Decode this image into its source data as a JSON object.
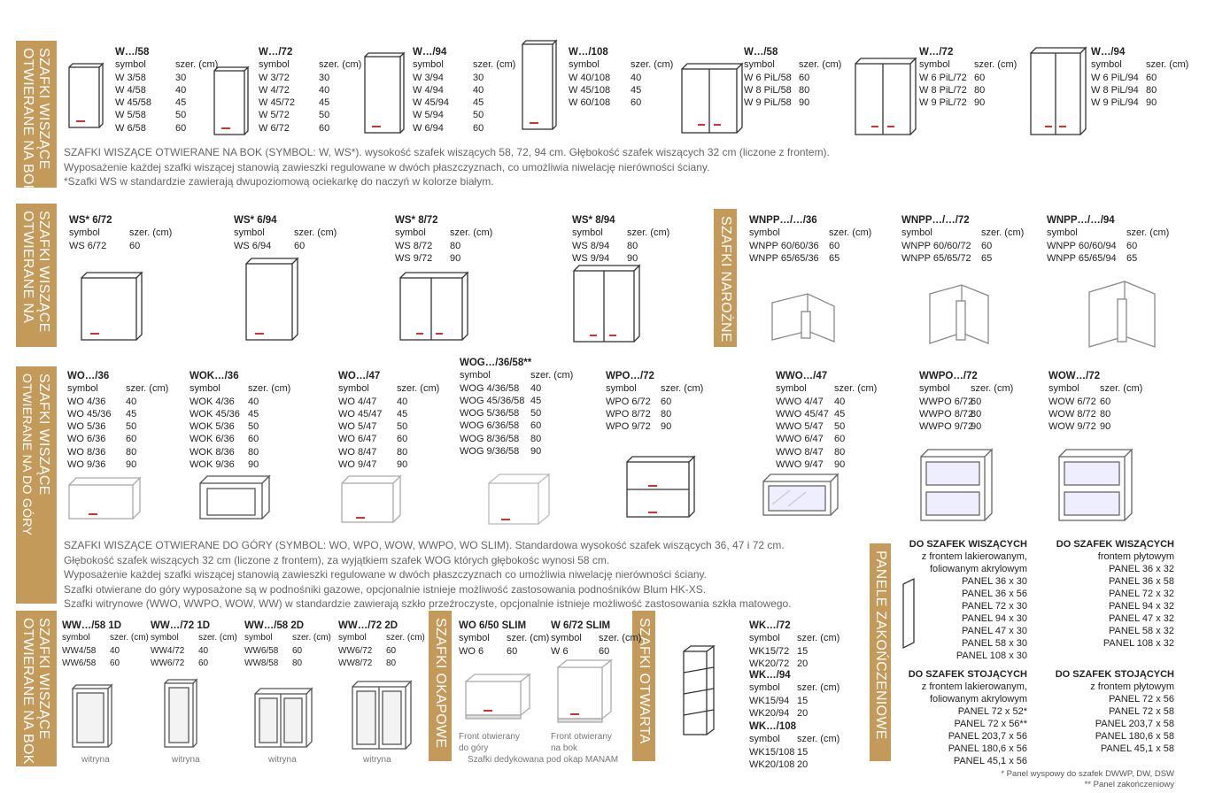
{
  "labels": {
    "s1": [
      "SZAFKI WISZĄCE",
      "OTWIERANE NA BOK"
    ],
    "s2": [
      "SZAFKI WISZĄCE",
      "OTWIERANE NA"
    ],
    "s3": [
      "SZAFKI NAROŻNE"
    ],
    "s4": [
      "SZAFKI WISZĄCE",
      "OTWIERANE NA DO GÓRY"
    ],
    "s5": [
      "SZAFKI WISZĄCE",
      "OTWIERANE NA BOK"
    ],
    "s6": [
      "SZAFKI OKAPOWE"
    ],
    "s7": [
      "SZAFKI OTWARTA"
    ],
    "s8": [
      "PANELE ZAKOŃCZENIOWE"
    ]
  },
  "header": {
    "symbol": "symbol",
    "size": "szer. (cm)"
  },
  "groups": [
    {
      "id": "w58",
      "title": "W…/58",
      "rows": [
        [
          "W 3/58",
          "30"
        ],
        [
          "W 4/58",
          "40"
        ],
        [
          "W 45/58",
          "45"
        ],
        [
          "W 5/58",
          "50"
        ],
        [
          "W 6/58",
          "60"
        ]
      ]
    },
    {
      "id": "w72",
      "title": "W…/72",
      "rows": [
        [
          "W 3/72",
          "30"
        ],
        [
          "W 4/72",
          "40"
        ],
        [
          "W 45/72",
          "45"
        ],
        [
          "W 5/72",
          "50"
        ],
        [
          "W 6/72",
          "60"
        ]
      ]
    },
    {
      "id": "w94",
      "title": "W…/94",
      "rows": [
        [
          "W 3/94",
          "30"
        ],
        [
          "W 4/94",
          "40"
        ],
        [
          "W 45/94",
          "45"
        ],
        [
          "W 5/94",
          "50"
        ],
        [
          "W 6/94",
          "60"
        ]
      ]
    },
    {
      "id": "w108",
      "title": "W…/108",
      "rows": [
        [
          "W 40/108",
          "40"
        ],
        [
          "W 45/108",
          "45"
        ],
        [
          "W 60/108",
          "60"
        ]
      ]
    },
    {
      "id": "w58b",
      "title": "W…/58",
      "rows": [
        [
          "W 6 PiL/58",
          "60"
        ],
        [
          "W 8 PiL/58",
          "80"
        ],
        [
          "W 9 PiL/58",
          "90"
        ]
      ]
    },
    {
      "id": "w72b",
      "title": "W…/72",
      "rows": [
        [
          "W 6 PiL/72",
          "60"
        ],
        [
          "W 8 PiL/72",
          "80"
        ],
        [
          "W 9 PiL/72",
          "90"
        ]
      ]
    },
    {
      "id": "w94b",
      "title": "W…/94",
      "rows": [
        [
          "W 6 PiL/94",
          "60"
        ],
        [
          "W 8 PiL/94",
          "80"
        ],
        [
          "W 9 PiL/94",
          "90"
        ]
      ]
    },
    {
      "id": "ws672",
      "title": "WS* 6/72",
      "rows": [
        [
          "WS 6/72",
          "60"
        ]
      ]
    },
    {
      "id": "ws694",
      "title": "WS* 6/94",
      "rows": [
        [
          "WS 6/94",
          "60"
        ]
      ]
    },
    {
      "id": "ws872",
      "title": "WS* 8/72",
      "rows": [
        [
          "WS 8/72",
          "80"
        ],
        [
          "WS 9/72",
          "90"
        ]
      ]
    },
    {
      "id": "ws894",
      "title": "WS* 8/94",
      "rows": [
        [
          "WS 8/94",
          "80"
        ],
        [
          "WS 9/94",
          "90"
        ]
      ]
    },
    {
      "id": "wnpp36",
      "title": "WNPP…/…/36",
      "rows": [
        [
          "WNPP 60/60/36",
          "60"
        ],
        [
          "WNPP 65/65/36",
          "65"
        ]
      ]
    },
    {
      "id": "wnpp72",
      "title": "WNPP…/…/72",
      "rows": [
        [
          "WNPP 60/60/72",
          "60"
        ],
        [
          "WNPP 65/65/72",
          "65"
        ]
      ]
    },
    {
      "id": "wnpp94",
      "title": "WNPP…/…/94",
      "rows": [
        [
          "WNPP 60/60/94",
          "60"
        ],
        [
          "WNPP 65/65/94",
          "65"
        ]
      ]
    },
    {
      "id": "wo36",
      "title": "WO…/36",
      "rows": [
        [
          "WO 4/36",
          "40"
        ],
        [
          "WO 45/36",
          "45"
        ],
        [
          "WO 5/36",
          "50"
        ],
        [
          "WO 6/36",
          "60"
        ],
        [
          "WO 8/36",
          "80"
        ],
        [
          "WO 9/36",
          "90"
        ]
      ]
    },
    {
      "id": "wok36",
      "title": "WOK…/36",
      "rows": [
        [
          "WOK 4/36",
          "40"
        ],
        [
          "WOK 45/36",
          "45"
        ],
        [
          "WOK 5/36",
          "50"
        ],
        [
          "WOK 6/36",
          "60"
        ],
        [
          "WOK 8/36",
          "80"
        ],
        [
          "WOK 9/36",
          "90"
        ]
      ]
    },
    {
      "id": "wo47",
      "title": "WO…/47",
      "rows": [
        [
          "WO 4/47",
          "40"
        ],
        [
          "WO 45/47",
          "45"
        ],
        [
          "WO 5/47",
          "50"
        ],
        [
          "WO 6/47",
          "60"
        ],
        [
          "WO 8/47",
          "80"
        ],
        [
          "WO 9/47",
          "90"
        ]
      ]
    },
    {
      "id": "wog",
      "title": "WOG…/36/58**",
      "rows": [
        [
          "WOG 4/36/58",
          "40"
        ],
        [
          "WOG 45/36/58",
          "45"
        ],
        [
          "WOG 5/36/58",
          "50"
        ],
        [
          "WOG 6/36/58",
          "60"
        ],
        [
          "WOG 8/36/58",
          "80"
        ],
        [
          "WOG 9/36/58",
          "90"
        ]
      ]
    },
    {
      "id": "wpo72",
      "title": "WPO…/72",
      "rows": [
        [
          "WPO 6/72",
          "60"
        ],
        [
          "WPO 8/72",
          "80"
        ],
        [
          "WPO 9/72",
          "90"
        ]
      ]
    },
    {
      "id": "wwo47",
      "title": "WWO…/47",
      "rows": [
        [
          "WWO 4/47",
          "40"
        ],
        [
          "WWO 45/47",
          "45"
        ],
        [
          "WWO 5/47",
          "50"
        ],
        [
          "WWO 6/47",
          "60"
        ],
        [
          "WWO 8/47",
          "80"
        ],
        [
          "WWO 9/47",
          "90"
        ]
      ]
    },
    {
      "id": "wwpo72",
      "title": "WWPO…/72",
      "rows": [
        [
          "WWPO 6/72",
          "60"
        ],
        [
          "WWPO 8/72",
          "80"
        ],
        [
          "WWPO 9/72",
          "90"
        ]
      ]
    },
    {
      "id": "wow72",
      "title": "WOW…/72",
      "rows": [
        [
          "WOW 6/72",
          "60"
        ],
        [
          "WOW 8/72",
          "80"
        ],
        [
          "WOW 9/72",
          "90"
        ]
      ]
    },
    {
      "id": "ww581d",
      "title": "WW…/58 1D",
      "rows": [
        [
          "WW4/58",
          "40"
        ],
        [
          "WW6/58",
          "60"
        ]
      ]
    },
    {
      "id": "ww721d",
      "title": "WW…/72 1D",
      "rows": [
        [
          "WW4/72",
          "40"
        ],
        [
          "WW6/72",
          "60"
        ]
      ]
    },
    {
      "id": "ww582d",
      "title": "WW…/58 2D",
      "rows": [
        [
          "WW6/58",
          "60"
        ],
        [
          "WW8/58",
          "80"
        ]
      ]
    },
    {
      "id": "ww722d",
      "title": "WW…/72 2D",
      "rows": [
        [
          "WW6/72",
          "60"
        ],
        [
          "WW8/72",
          "80"
        ]
      ]
    },
    {
      "id": "wo650",
      "title": "WO 6/50 SLIM",
      "rows": [
        [
          "WO 6",
          "60"
        ]
      ]
    },
    {
      "id": "w672s",
      "title": "W 6/72 SLIM",
      "rows": [
        [
          "W 6",
          "60"
        ]
      ]
    },
    {
      "id": "wk72",
      "title": "WK…/72",
      "rows": [
        [
          "WK15/72",
          "15"
        ],
        [
          "WK20/72",
          "20"
        ]
      ]
    },
    {
      "id": "wk94",
      "title": "WK…/94",
      "rows": [
        [
          "WK15/94",
          "15"
        ],
        [
          "WK20/94",
          "20"
        ]
      ]
    },
    {
      "id": "wk108",
      "title": "WK…/108",
      "rows": [
        [
          "WK15/108",
          "15"
        ],
        [
          "WK20/108",
          "20"
        ]
      ]
    }
  ],
  "notes": {
    "n1": [
      "SZAFKI WISZĄCE OTWIERANE NA BOK (SYMBOL: W, WS*). wysokość szafek wiszących 58, 72, 94 cm. Głębokość szafek wiszących 32 cm (liczone z frontem).",
      "Wyposażenie każdej szafki wiszącej stanowią zawieszki regulowane w dwóch płaszczyznach, co umożliwia niwelację nierówności ściany.",
      "*Szafki WS w standardzie zawierają dwupoziomową ociekarkę do naczyń w kolorze białym."
    ],
    "n2": [
      "SZAFKI WISZĄCE OTWIERANE DO GÓRY  (SYMBOL: WO, WPO, WOW, WWPO, WO SLIM). Standardowa wysokość szafek wiszących 36, 47 i 72 cm.",
      "Głębokość szafek wiszących 32 cm (liczone z frontem), za wyjątkiem szafek WOG których głębokośc wynosi 58 cm.",
      "Wyposażenie każdej szafki wiszącej stanowią zawieszki regulowane w dwóch płaszczyznach co umożliwia niwelację nierówności ściany.",
      "Szafki otwierane do góry wyposażone są w podnośniki gazowe, opcjonalnie istnieje możliwość zastosowania podnośników Blum HK-XS.",
      "Szafki witrynowe (WWO, WWPO, WOW, WW) w standardzie zawierają szkło przeźroczyste, opcjonalnie istnieje możliwość zastosowania szkła matowego."
    ]
  },
  "captions": {
    "witryna": "witryna",
    "front_up": [
      "Front otwierany",
      "do góry"
    ],
    "front_side": [
      "Front otwierany",
      "na bok"
    ],
    "manam": "Szafki dedykowana pod okap MANAM"
  },
  "panels": {
    "p1": {
      "title": "DO SZAFEK WISZĄCYCH",
      "sub": [
        "z frontem lakierowanym,",
        "foliowanym akrylowym"
      ],
      "items": [
        "PANEL 36 x 30",
        "PANEL 36 x 56",
        "PANEL 72 x 30",
        "PANEL 94 x 30",
        "PANEL 47 x 30",
        "PANEL 58 x 30",
        "PANEL 108 x 30"
      ]
    },
    "p2": {
      "title": "DO SZAFEK WISZĄCYCH",
      "sub": [
        "frontem płytowym"
      ],
      "items": [
        "PANEL 36 x 32",
        "PANEL 36 x 58",
        "PANEL 72 x 32",
        "PANEL 94 x 32",
        "PANEL 47 x 32",
        "PANEL 58 x 32",
        "PANEL 108 x 32"
      ]
    },
    "p3": {
      "title": "DO SZAFEK STOJĄCYCH",
      "sub": [
        "z frontem lakierowanym,",
        "foliowanym akrylowym"
      ],
      "items": [
        "PANEL 72 x 52*",
        "PANEL 72 x 56**",
        "PANEL 203,7 x 56",
        "PANEL 180,6 x 56",
        "PANEL 45,1 x 56"
      ]
    },
    "p4": {
      "title": "DO SZAFEK STOJĄCYCH",
      "sub": [
        "z frontem płytowym"
      ],
      "items": [
        "PANEL 72 x 56",
        "PANEL 72 x 58",
        "PANEL 203,7 x 58",
        "PANEL 180,6 x 58",
        "PANEL 45,1 x 58"
      ]
    }
  },
  "footnotes": [
    "* Panel wyspowy do szafek DWWP, DW, DSW",
    "** Panel zakończeniowy"
  ]
}
